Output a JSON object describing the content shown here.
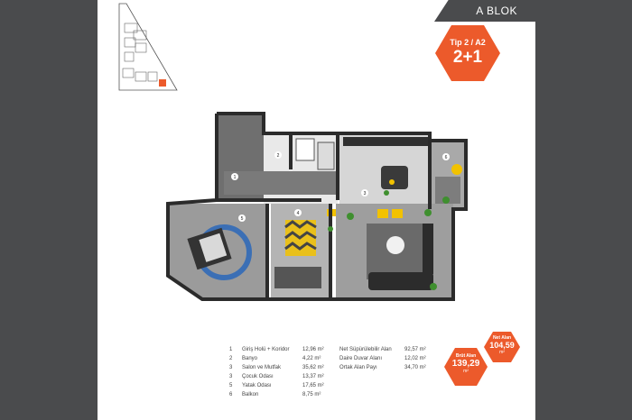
{
  "header": {
    "block": "A BLOK"
  },
  "unit": {
    "type_label": "Tip 2 / A2",
    "layout": "2+1"
  },
  "rooms": [
    {
      "num": "1",
      "name": "Giriş Holü + Koridor",
      "area": "12,96 m²"
    },
    {
      "num": "2",
      "name": "Banyo",
      "area": "4,22 m²"
    },
    {
      "num": "3",
      "name": "Salon ve Mutfak",
      "area": "35,62 m²"
    },
    {
      "num": "3",
      "name": "Çocuk Odası",
      "area": "13,37 m²"
    },
    {
      "num": "5",
      "name": "Yatak Odası",
      "area": "17,65 m²"
    },
    {
      "num": "6",
      "name": "Balkon",
      "area": "8,75 m²"
    }
  ],
  "totals": [
    {
      "name": "Net Süpürülebilir Alan",
      "value": "92,57 m²"
    },
    {
      "name": "Daire Duvar Alanı",
      "value": "12,02 m²"
    },
    {
      "name": "Ortak Alan Payı",
      "value": "34,70 m²"
    }
  ],
  "badges": {
    "net": {
      "label": "Net Alan",
      "value": "104,59",
      "unit": "m²"
    },
    "gross": {
      "label": "Brüt Alan",
      "value": "139,29",
      "unit": "m²"
    }
  },
  "plan_labels": [
    "1",
    "2",
    "3",
    "4",
    "5",
    "6"
  ],
  "colors": {
    "accent": "#ec5a2b",
    "background": "#4a4b4d",
    "wall": "#2b2b2b",
    "floor": "#8f8f8f",
    "furniture_yellow": "#f2c200"
  }
}
